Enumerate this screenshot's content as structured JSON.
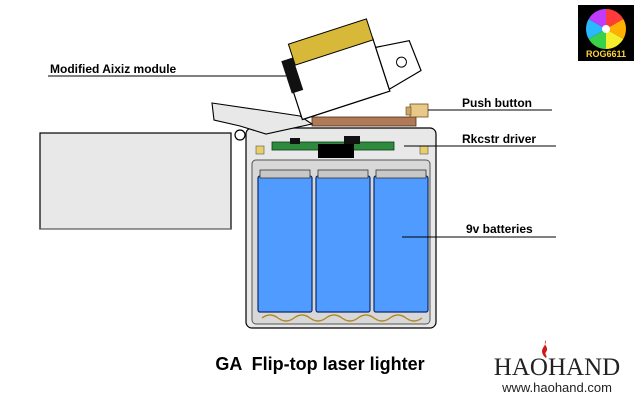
{
  "labels": {
    "module": "Modified Aixiz module",
    "push_button": "Push button",
    "driver": "Rkcstr driver",
    "batteries": "9v batteries"
  },
  "caption": "GA  Flip-top laser lighter",
  "logo": {
    "text": "ROG6611"
  },
  "brand": {
    "name": "HAOHAND",
    "url": "www.haohand.com"
  },
  "colors": {
    "battery": "#4f9bff",
    "battery_stroke": "#0a2a6a",
    "laser_top": "#d8b838",
    "case_fill": "#e8e8e8",
    "pcb": "#2e8b3e",
    "push_button": "#e8c98a",
    "wood_strip": "#b07a58"
  }
}
